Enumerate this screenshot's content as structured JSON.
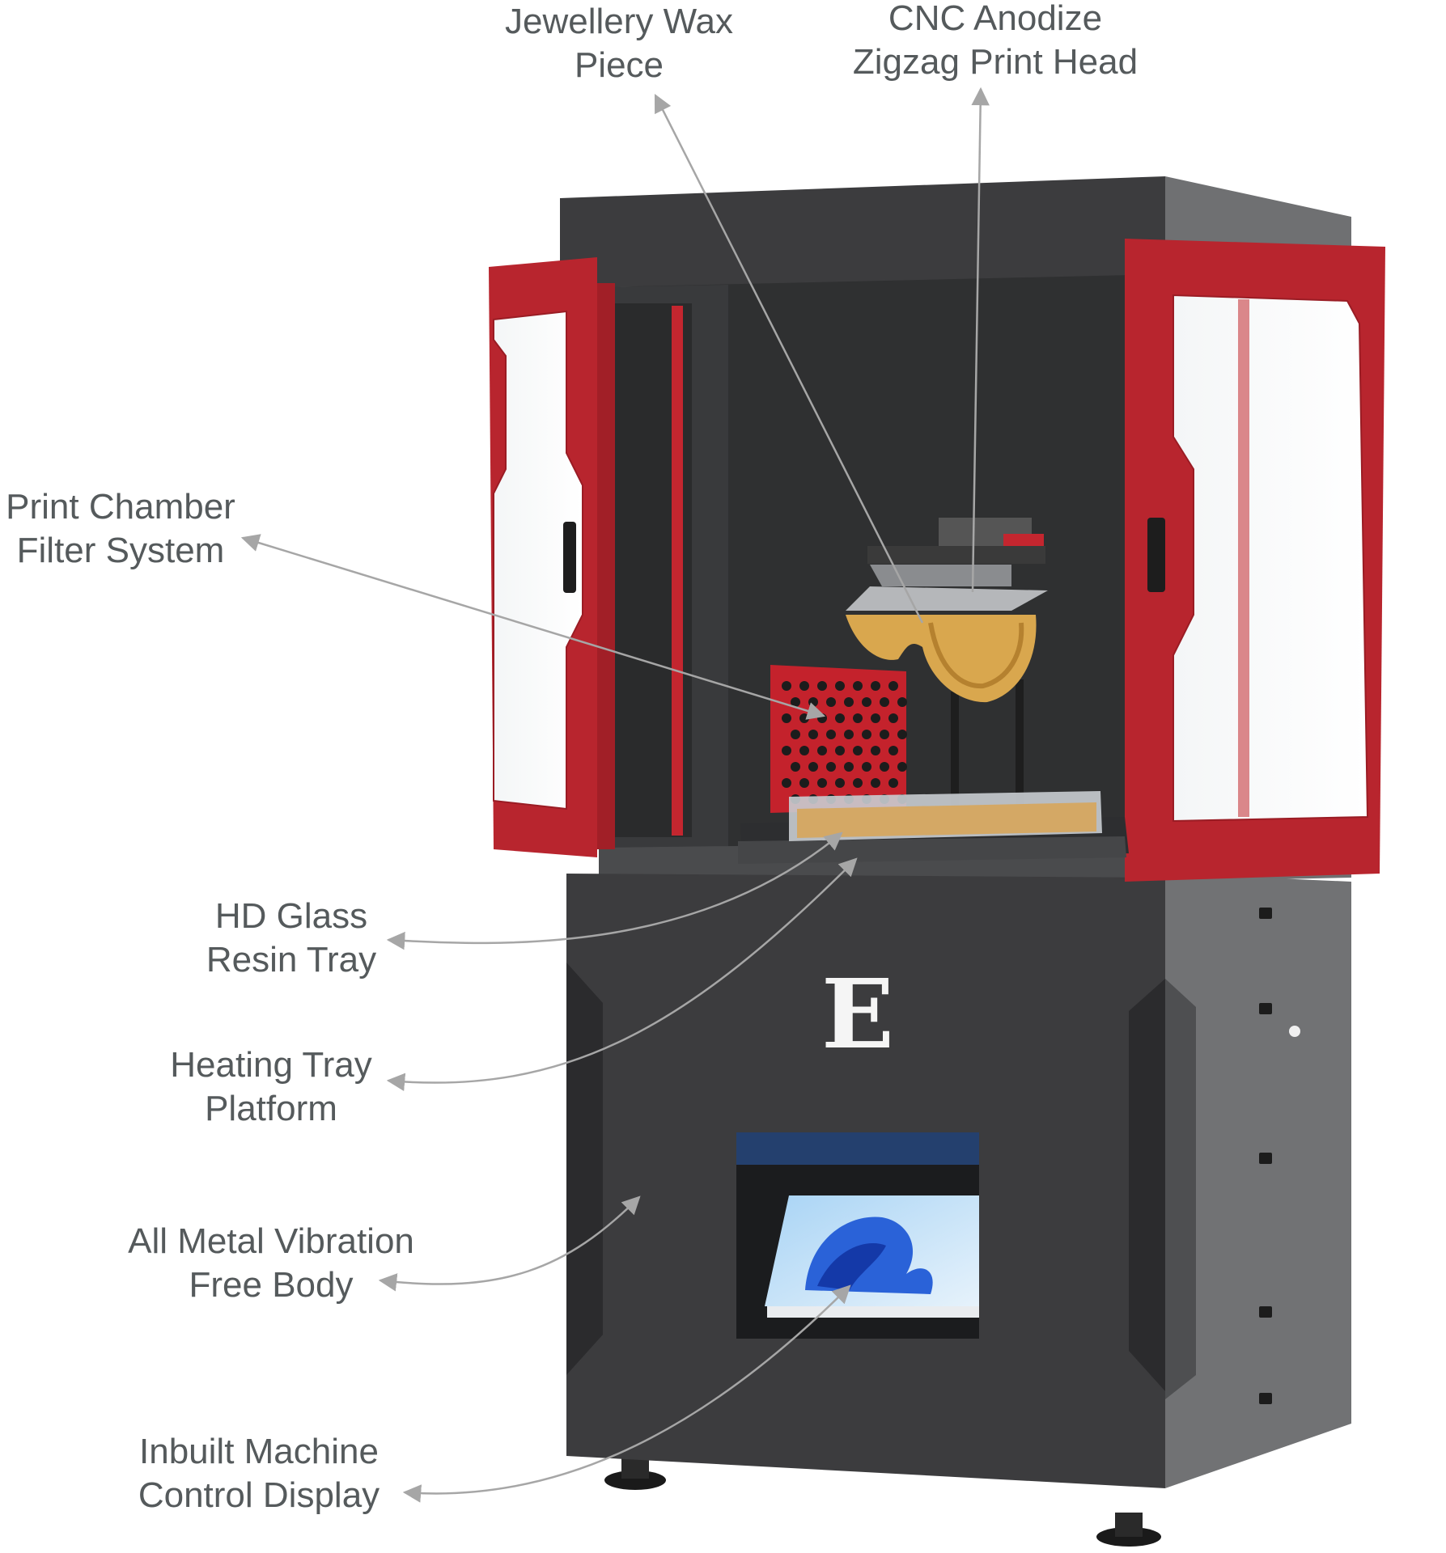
{
  "colors": {
    "body_dark": "#3c3c3e",
    "body_side": "#6f7072",
    "door_red": "#b8252e",
    "resin_gold": "#d9a74e",
    "screen_blue": "#2a62d8",
    "label_text": "#555a5c",
    "arrow_line": "#a6a6a6"
  },
  "brand_mark": "E",
  "callouts": [
    {
      "id": "jewellery-wax-piece",
      "lines": [
        "Jewellery Wax",
        "Piece"
      ]
    },
    {
      "id": "cnc-anodize-print-head",
      "lines": [
        "CNC Anodize",
        "Zigzag Print Head"
      ]
    },
    {
      "id": "print-chamber-filter-system",
      "lines": [
        "Print Chamber",
        "Filter System"
      ]
    },
    {
      "id": "hd-glass-resin-tray",
      "lines": [
        "HD Glass",
        "Resin Tray"
      ]
    },
    {
      "id": "heating-tray-platform",
      "lines": [
        "Heating Tray",
        "Platform"
      ]
    },
    {
      "id": "all-metal-vibration-free-body",
      "lines": [
        "All Metal Vibration",
        "Free Body"
      ]
    },
    {
      "id": "inbuilt-machine-control-display",
      "lines": [
        "Inbuilt Machine",
        "Control Display"
      ]
    }
  ]
}
